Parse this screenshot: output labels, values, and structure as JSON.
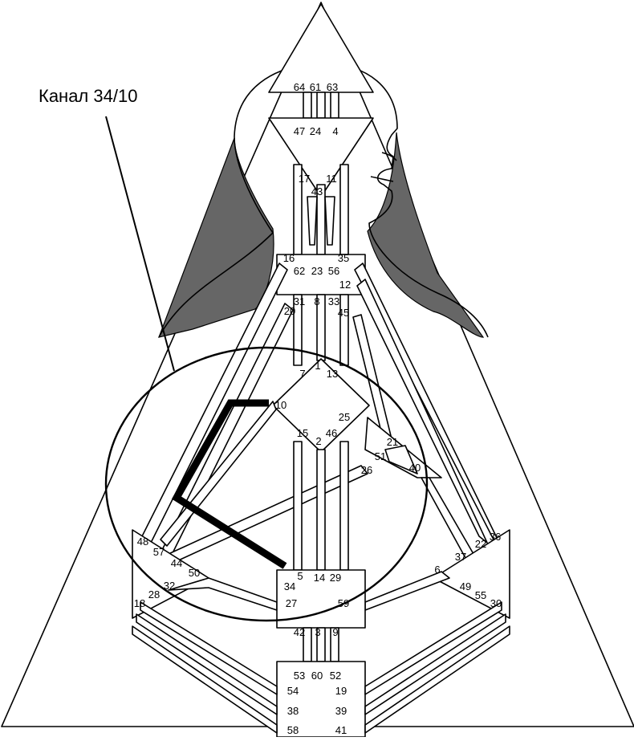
{
  "title": "Канал 34/10",
  "colors": {
    "background": "#ffffff",
    "line": "#000000",
    "shadow": "#666666"
  },
  "gates": [
    "64",
    "61",
    "63",
    "47",
    "24",
    "4",
    "17",
    "43",
    "11",
    "16",
    "62",
    "23",
    "56",
    "35",
    "12",
    "31",
    "8",
    "33",
    "20",
    "45",
    "7",
    "1",
    "13",
    "10",
    "25",
    "15",
    "2",
    "46",
    "21",
    "51",
    "26",
    "40",
    "48",
    "57",
    "44",
    "50",
    "5",
    "14",
    "29",
    "34",
    "6",
    "37",
    "22",
    "36",
    "32",
    "28",
    "18",
    "49",
    "55",
    "30",
    "27",
    "59",
    "42",
    "3",
    "9",
    "53",
    "60",
    "52",
    "54",
    "19",
    "38",
    "39",
    "58",
    "41"
  ],
  "highlight": {
    "channel_gates": [
      "34",
      "10"
    ]
  }
}
